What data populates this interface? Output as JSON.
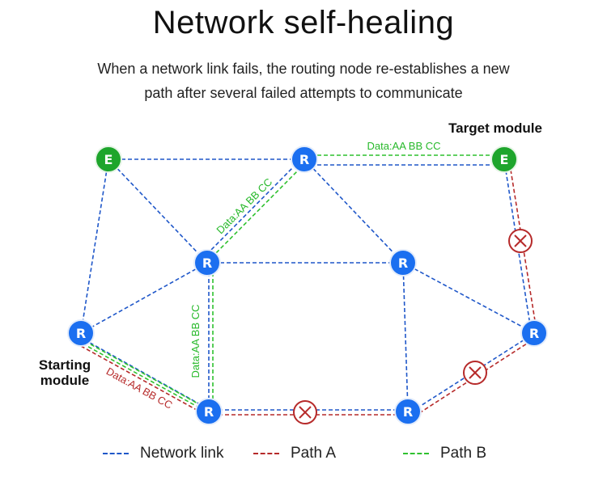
{
  "title": "Network self-healing",
  "subtitle": {
    "line1": "When a network link fails, the routing node re-establishes a new",
    "line2": "path after several failed attempts to communicate"
  },
  "labels": {
    "target_module": "Target module",
    "starting_module_line1": "Starting",
    "starting_module_line2": "module"
  },
  "nodes": {
    "router_letter": "R",
    "end_letter": "E"
  },
  "data_labels": {
    "top": "Data:AA BB CC",
    "diagonal": "Data:AA BB CC",
    "vertical": "Data:AA BB CC",
    "red_path": "Data:AA BB CC"
  },
  "legend": {
    "network_link": "Network link",
    "path_a": "Path A",
    "path_b": "Path B"
  },
  "colors": {
    "network_link": "#1f57c9",
    "path_a": "#b62a2a",
    "path_b": "#2fc12f",
    "router_node": "#1b6ff0",
    "end_node": "#1ea52c",
    "failure_marker": "#b62a2a"
  }
}
